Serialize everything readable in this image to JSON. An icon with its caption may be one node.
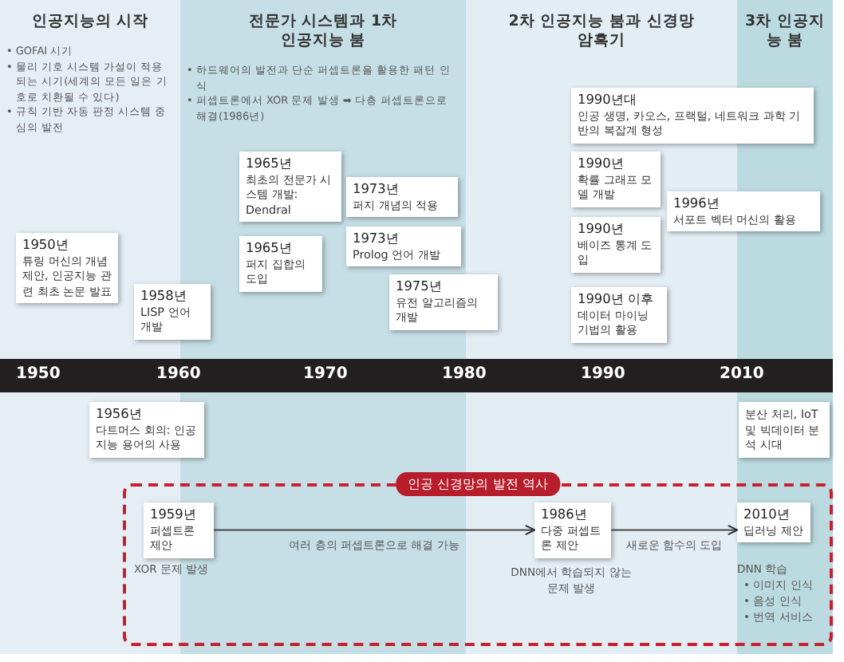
{
  "diagram": {
    "nodes": [
      {
        "text": [
          "인공지능의 시작",
          "• GOFAI 시기",
          "• 물리 기호 시스템 가설이 적용되는 시기(세계의 모든 일은 기호로 치환될 수 있다)",
          "• 규칙 기반 자동 판정 시스템 중심의 발전"
        ]
      },
      {
        "text": [
          "전문가 시스템과 1차 인공지능 붐",
          "• 하드웨어의 발전과 단순 퍼셉트론을 활용한 패턴 인식",
          "• 퍼셉트론에서 XOR 문제 발생 ➡ 다층 퍼셉트론으로 해결(1986년)"
        ]
      },
      {
        "text": [
          "2차 인공지능 붐과 신경망 암흑기"
        ]
      },
      {
        "text": [
          "3차 인공지능 붐"
        ]
      },
      {
        "text": [
          "1950년",
          "튜링 머신의 개념 제안, 인공지능 관련 최초 논문 발표"
        ],
        "in": 0
      },
      {
        "text": [
          "1958년",
          "LISP 언어 개발"
        ]
      },
      {
        "text": [
          "1965년",
          "최초의 전문가 시스템 개발: Dendral"
        ],
        "in": 1
      },
      {
        "text": [
          "1965년",
          "퍼지 집합의 도입"
        ],
        "in": 1
      },
      {
        "text": [
          "1973년",
          "퍼지 개념의 적용"
        ],
        "in": 1
      },
      {
        "text": [
          "1973년",
          "Prolog 언어 개발"
        ],
        "in": 1
      },
      {
        "text": [
          "1975년",
          "유전 알고리즘의 개발"
        ]
      },
      {
        "text": [
          "1990년대",
          "인공 생명, 카오스, 프랙털, 네트워크 과학 기반의 복잡계 형성"
        ]
      },
      {
        "text": [
          "1990년",
          "확률 그래프 모델 개발"
        ],
        "in": 2
      },
      {
        "text": [
          "1990년",
          "베이즈 통계 도입"
        ],
        "in": 2
      },
      {
        "text": [
          "1996년",
          "서포트 벡터 머신의 활용"
        ]
      },
      {
        "text": [
          "1990년 이후",
          "데이터 마이닝 기법의 활용"
        ],
        "in": 2
      },
      {
        "text": [
          "1956년",
          "다트머스 회의: 인공지능 용어의 사용"
        ]
      },
      {
        "text": [
          "분산 처리, IoT 및 빅데이터 분석 시대"
        ],
        "in": 3
      },
      {
        "text": [
          "인공 신경망의 발전 역사"
        ]
      },
      {
        "text": [
          "1959년",
          "퍼셉트론 제안"
        ],
        "in": 18,
        "beside": [
          "XOR 문제 발생"
        ]
      },
      {
        "text": [
          "1986년",
          "다중 퍼셉트론 제안"
        ],
        "beside": [
          "DNN에서 학습되지 않는 문제 발생"
        ]
      },
      {
        "text": [
          "2010년",
          "딥러닝 제안"
        ],
        "beside": [
          "DNN 학습",
          "• 이미지 인식",
          "• 음성 인식",
          "• 번역 서비스"
        ]
      }
    ],
    "edges": [
      {
        "from": 19,
        "to": 20,
        "arrow": "to",
        "label": "여러 층의 퍼셉트론으로 해결 가능"
      },
      {
        "from": 20,
        "to": 21,
        "arrow": "to",
        "label": "새로운 함수의 도입"
      }
    ],
    "labels": [
      "1950",
      "1960",
      "1970",
      "1980",
      "1990",
      "2010"
    ]
  }
}
